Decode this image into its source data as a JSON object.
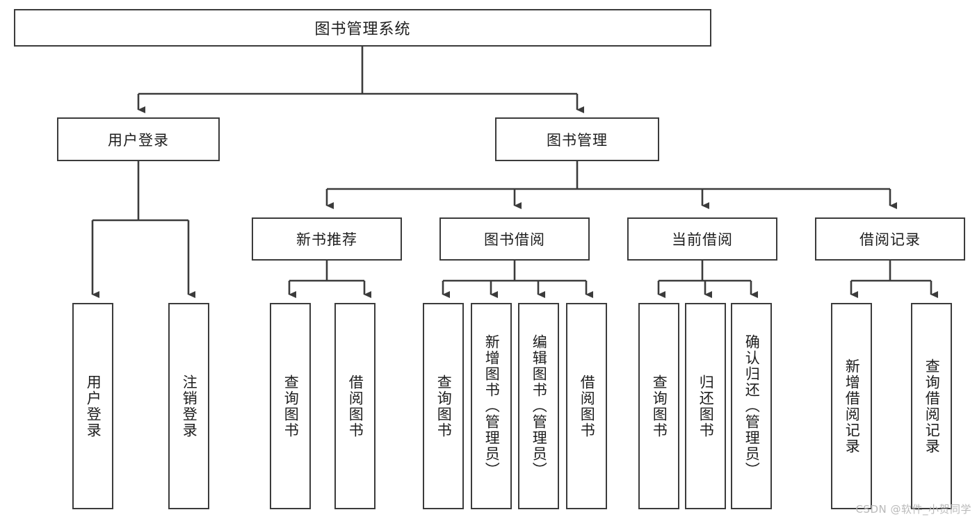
{
  "diagram": {
    "title": "图书管理系统",
    "type": "tree",
    "watermark": "CSDN @软件_小贺同学",
    "colors": {
      "box_border": "#3b3b3b",
      "box_fill": "#ffffff",
      "edge": "#3b3b3b",
      "text": "#1d1d1d",
      "watermark": "#b9b9b9",
      "background": "#ffffff"
    },
    "root": {
      "id": "root",
      "label": "图书管理系统"
    },
    "level2": [
      {
        "id": "login",
        "label": "用户登录"
      },
      {
        "id": "bookmgmt",
        "label": "图书管理"
      }
    ],
    "level3": [
      {
        "id": "newbook",
        "label": "新书推荐",
        "parent": "bookmgmt"
      },
      {
        "id": "borrow",
        "label": "图书借阅",
        "parent": "bookmgmt"
      },
      {
        "id": "current",
        "label": "当前借阅",
        "parent": "bookmgmt"
      },
      {
        "id": "records",
        "label": "借阅记录",
        "parent": "bookmgmt"
      }
    ],
    "leaves": [
      {
        "id": "leaf-login-1",
        "label": "用户登录",
        "parent": "login"
      },
      {
        "id": "leaf-login-2",
        "label": "注销登录",
        "parent": "login"
      },
      {
        "id": "leaf-newbook-1",
        "label": "查询图书",
        "parent": "newbook"
      },
      {
        "id": "leaf-newbook-2",
        "label": "借阅图书",
        "parent": "newbook"
      },
      {
        "id": "leaf-borrow-1",
        "label": "查询图书",
        "parent": "borrow"
      },
      {
        "id": "leaf-borrow-2",
        "label": "新增图书（管理员）",
        "parent": "borrow"
      },
      {
        "id": "leaf-borrow-3",
        "label": "编辑图书（管理员）",
        "parent": "borrow"
      },
      {
        "id": "leaf-borrow-4",
        "label": "借阅图书",
        "parent": "borrow"
      },
      {
        "id": "leaf-current-1",
        "label": "查询图书",
        "parent": "current"
      },
      {
        "id": "leaf-current-2",
        "label": "归还图书",
        "parent": "current"
      },
      {
        "id": "leaf-current-3",
        "label": "确认归还（管理员）",
        "parent": "current"
      },
      {
        "id": "leaf-records-1",
        "label": "新增借阅记录",
        "parent": "records"
      },
      {
        "id": "leaf-records-2",
        "label": "查询借阅记录",
        "parent": "records"
      }
    ]
  }
}
